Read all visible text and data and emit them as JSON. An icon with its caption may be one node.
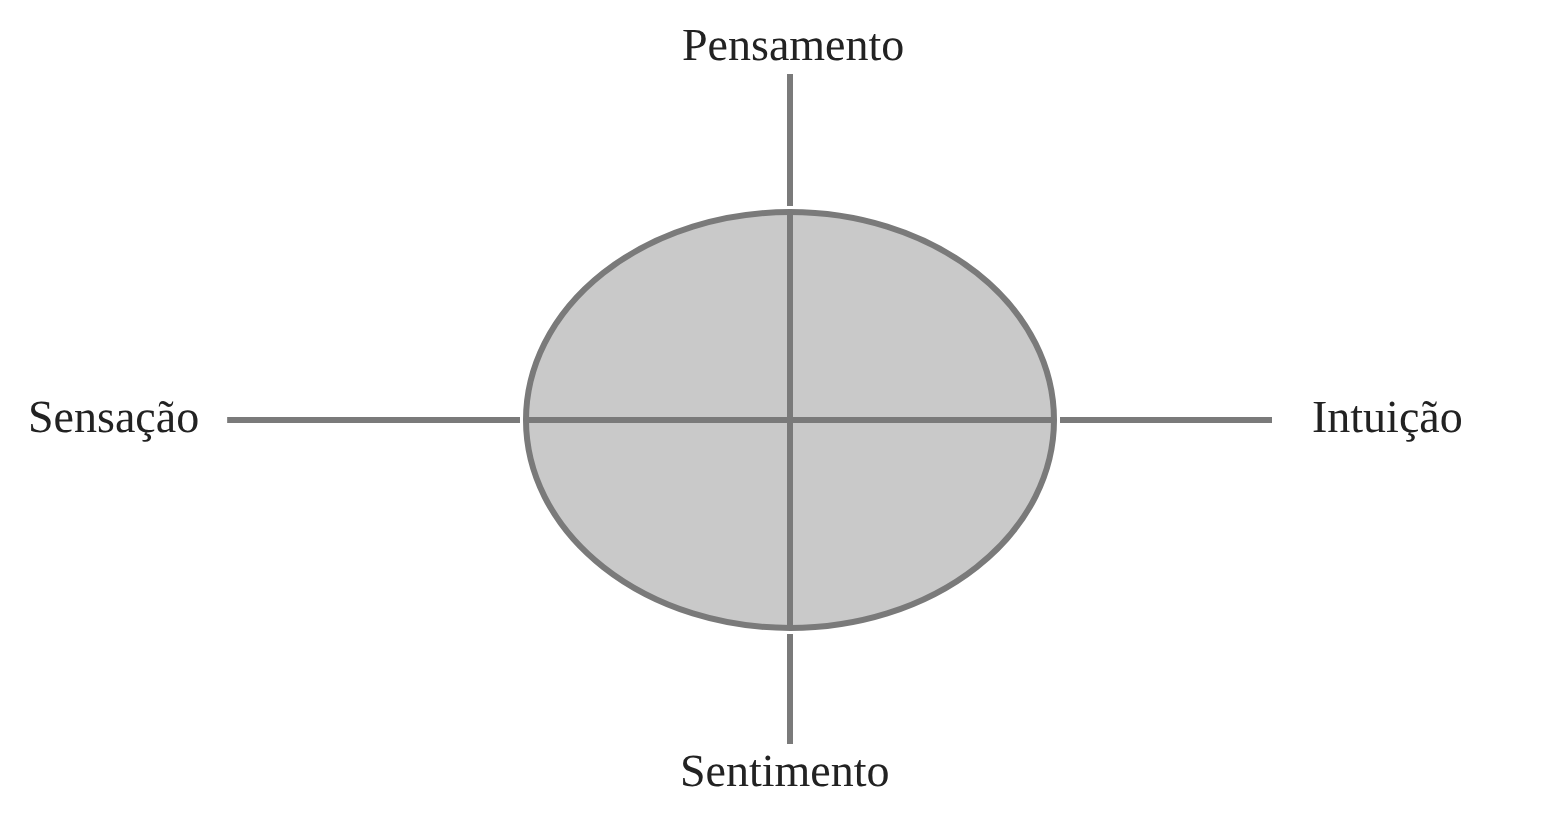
{
  "diagram": {
    "nodes": [
      {
        "text": [
          "Pensamento"
        ]
      },
      {
        "text": [
          "Sensação"
        ]
      },
      {
        "text": [],
        "shape": "circle"
      },
      {
        "text": [
          "Intuição"
        ]
      },
      {
        "text": [
          "Sentimento"
        ]
      }
    ],
    "edges": [
      {
        "from": 2,
        "to": 0,
        "arrow": "none"
      },
      {
        "from": 2,
        "to": 1,
        "arrow": "none"
      },
      {
        "from": 2,
        "to": 3,
        "arrow": "none"
      },
      {
        "from": 2,
        "to": 4,
        "arrow": "none"
      }
    ]
  }
}
